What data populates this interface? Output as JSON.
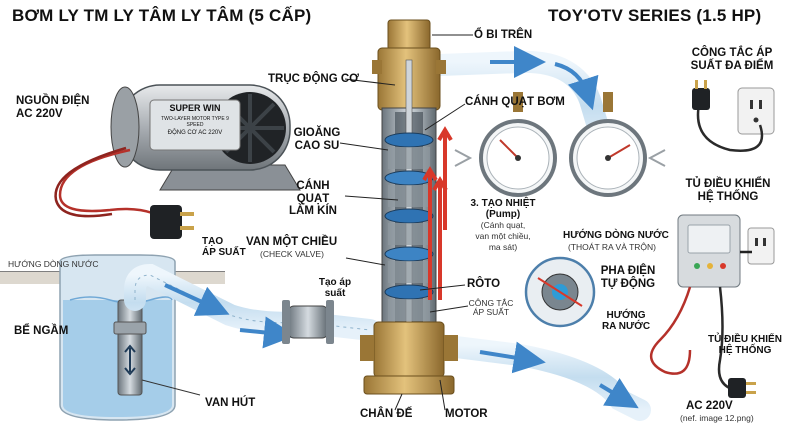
{
  "title_left": "BƠM LY TM LY TÂM LY TÂM (5 CẤP)",
  "title_right": "TOY'OTV SERIES (1.5 HP)",
  "labels": {
    "o_bi_tren": "Ổ BI TRÊN",
    "truc_dong_co": "TRỤC ĐỘNG CƠ",
    "canh_quat_bom": "CÁNH QUẠT BƠM",
    "gioang_cao_su_1": "GIOĂNG",
    "gioang_cao_su_2": "CAO SU",
    "canh_quat_lam_kin_1": "CÁNH QUẠT",
    "canh_quat_lam_kin_2": "LÀM KÍN",
    "van_mot_chieu": "VAN MỘT CHIỀU",
    "check_valve": "(CHECK VALVE)",
    "tao_ap_suat_top_1": "TẠO",
    "tao_ap_suat_top_2": "ÁP SUẤT",
    "tao_ap_suat_mid_1": "Tạo áp",
    "tao_ap_suat_mid_2": "suất",
    "tao_nhiet_1": "3. TẠO NHIỆT",
    "tao_nhiet_2": "(Pump)",
    "tao_nhiet_3": "(Cánh quạt,",
    "tao_nhiet_4": "van một chiều,",
    "tao_nhiet_5": "ma sát)",
    "roto": "RÔTO",
    "cong_tac_ap_suat_1": "CÔNG TẮC",
    "cong_tac_ap_suat_2": "ÁP SUẤT",
    "nguon_dien_1": "NGUỒN ĐIỆN",
    "nguon_dien_2": "AC 220V",
    "huong_dong_nuoc_left": "HƯỚNG DÒNG NƯỚC",
    "be_ngam": "BỂ NGẦM",
    "van_hut": "VAN HÚT",
    "chan_de": "CHÂN ĐẾ",
    "motor": "MOTOR",
    "cong_tac_da_diem_1": "CÔNG TẮC ÁP",
    "cong_tac_da_diem_2": "SUẤT ĐA ĐIỂM",
    "tu_dieu_khien_1": "TỦ ĐIỀU KHIỂN",
    "tu_dieu_khien_2": "HỆ THỐNG",
    "huong_dong_nuoc_right": "HƯỚNG DÒNG NƯỚC",
    "thoat_ra": "(THOÁT RA VÀ TRỘN)",
    "pha_dien_1": "PHA ĐIỆN",
    "pha_dien_2": "TỰ ĐỘNG",
    "huong_ra_nuoc_1": "HƯỚNG",
    "huong_ra_nuoc_2": "RA NƯỚC",
    "tu_dieu_khien_b1": "TỦ ĐIỀU KHIỂN",
    "tu_dieu_khien_b2": "HỆ THỐNG",
    "ac_220v": "AC 220V",
    "ref": "(nef. image 12.png)"
  },
  "motor_label": {
    "brand": "SUPER WIN",
    "line2": "TWO-LAYER MOTOR TYPE 9 SPEED",
    "line3": "ĐỘNG CƠ AC 220V"
  },
  "colors": {
    "brass": "#c8a25a",
    "steel": "#8f9aa3",
    "pipe": "#cfe4f3",
    "water": "#bfdcf0",
    "arrow_red": "#d8382a",
    "arrow_blue": "#3f86c9"
  }
}
